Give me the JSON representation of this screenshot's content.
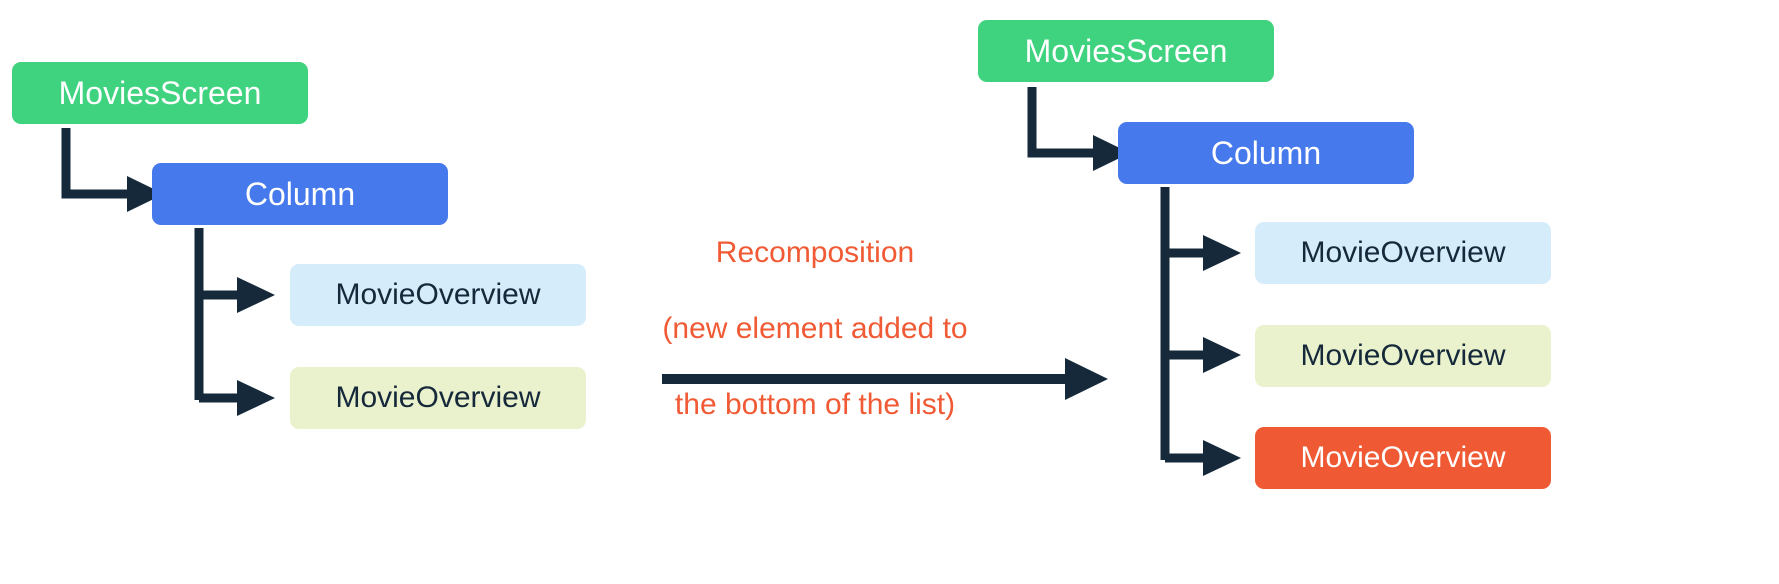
{
  "diagram": {
    "type": "recomposition-tree-transition",
    "background": "#ffffff",
    "connector_color": "#15293a",
    "colors": {
      "green": "#3fd27f",
      "blue": "#4579ec",
      "light_blue": "#d5ecfb",
      "lime": "#eaf2cd",
      "orange": "#ef5a35",
      "caption_orange": "#f05a35",
      "dark_text": "#15293a",
      "white_text": "#ffffff"
    }
  },
  "left_tree": {
    "root": {
      "label": "MoviesScreen",
      "color": "green"
    },
    "container": {
      "label": "Column",
      "color": "blue"
    },
    "children": [
      {
        "label": "MovieOverview",
        "color": "light_blue"
      },
      {
        "label": "MovieOverview",
        "color": "lime"
      }
    ]
  },
  "transition": {
    "title": "Recomposition",
    "subtitle_line1": "(new element added to",
    "subtitle_line2": "the bottom of the list)",
    "caption_full": "Recomposition\n(new element added to\nthe bottom of the list)",
    "arrow": "right-arrow-icon"
  },
  "right_tree": {
    "root": {
      "label": "MoviesScreen",
      "color": "green"
    },
    "container": {
      "label": "Column",
      "color": "blue"
    },
    "children": [
      {
        "label": "MovieOverview",
        "color": "light_blue"
      },
      {
        "label": "MovieOverview",
        "color": "lime"
      },
      {
        "label": "MovieOverview",
        "color": "orange"
      }
    ]
  }
}
